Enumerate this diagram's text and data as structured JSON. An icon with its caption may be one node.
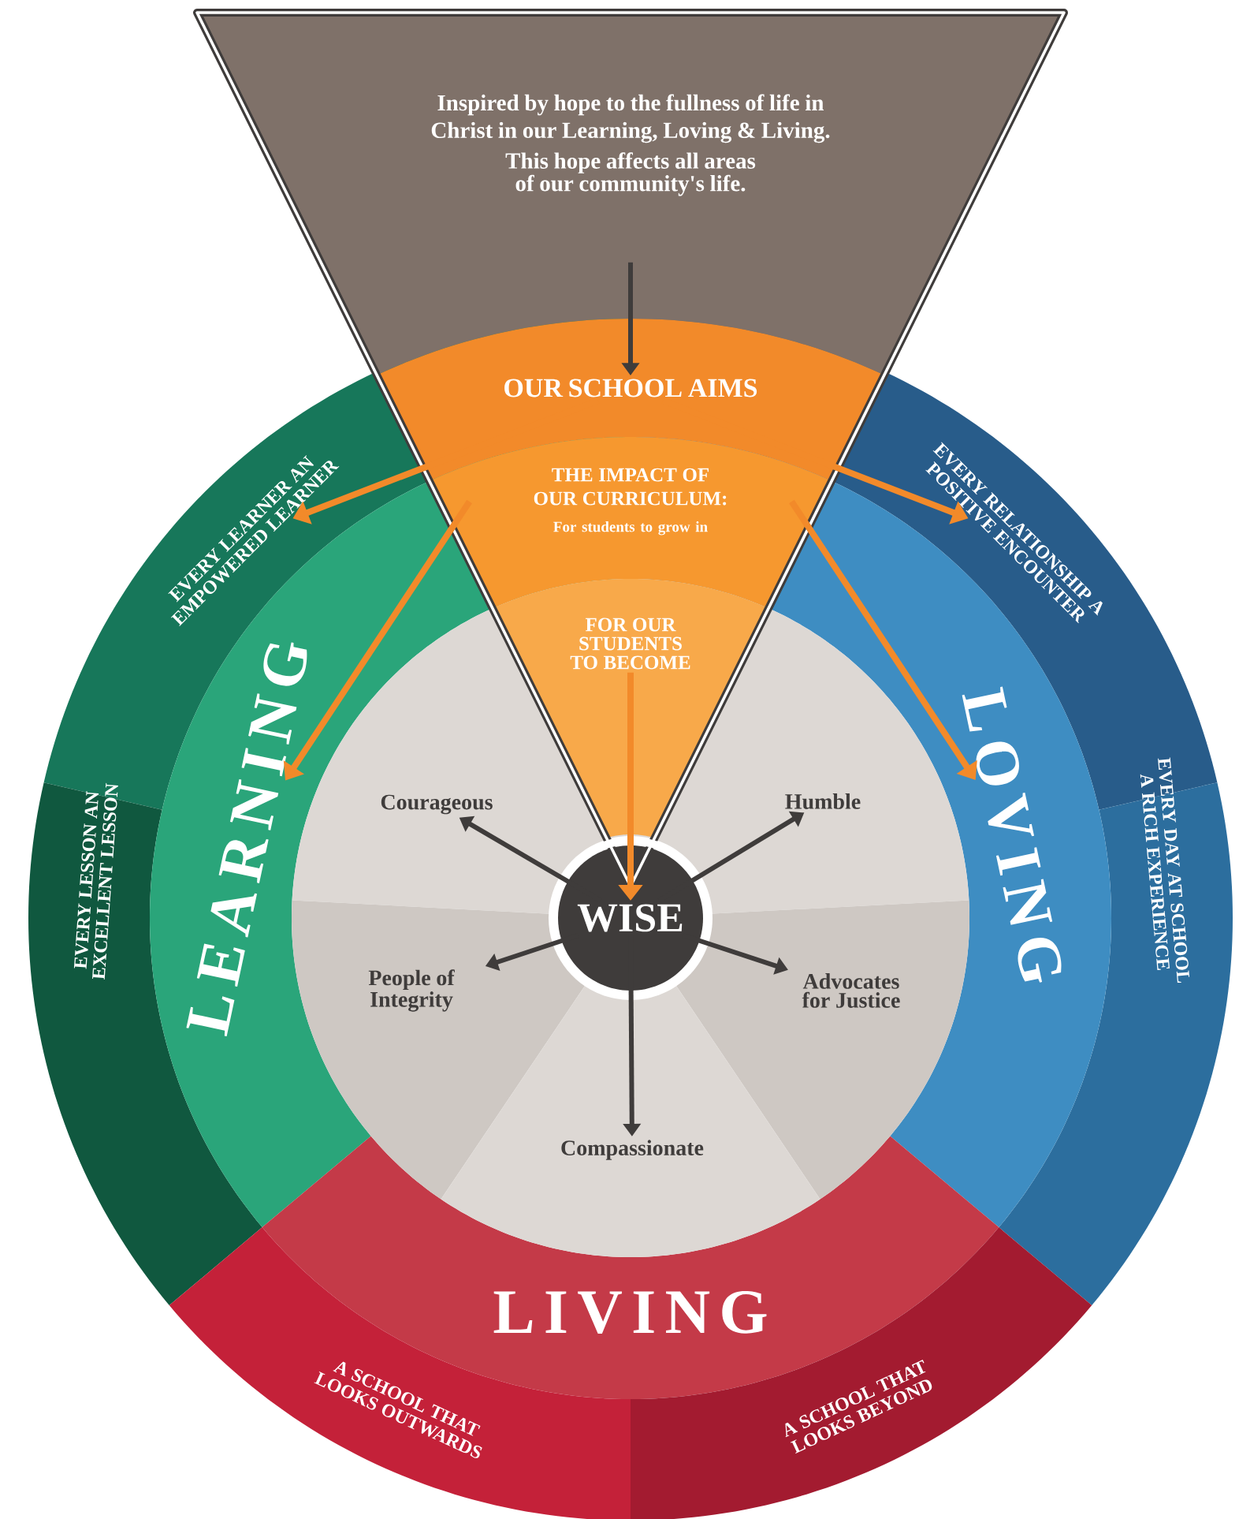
{
  "diagram": {
    "nodes": [
      {
        "text": [
          "Inspired by hope to the fullness of life in Christ in our Learning, Loving & Living.",
          "This hope affects all areas of our community's life."
        ]
      },
      {
        "text": [
          "OUR SCHOOL AIMS"
        ]
      },
      {
        "text": [
          "THE IMPACT OF OUR CURRICULUM:",
          "For students to grow in"
        ]
      },
      {
        "text": [
          "FOR OUR STUDENTS TO BECOME"
        ]
      },
      {
        "text": [
          "EVERY LEARNER AN EMPOWERED LEARNER"
        ]
      },
      {
        "text": [
          "EVERY LESSON AN EXCELLENT LESSON"
        ]
      },
      {
        "text": [
          "LEARNING"
        ]
      },
      {
        "text": [
          "EVERY RELATIONSHIP A POSITIVE ENCOUNTER"
        ]
      },
      {
        "text": [
          "EVERY DAY AT SCHOOL A RICH EXPERIENCE"
        ]
      },
      {
        "text": [
          "LOVING"
        ]
      },
      {
        "text": [
          "LIVING"
        ]
      },
      {
        "text": [
          "A SCHOOL THAT LOOKS OUTWARDS"
        ]
      },
      {
        "text": [
          "A SCHOOL THAT LOOKS BEYOND"
        ]
      },
      {
        "text": [
          "Courageous"
        ]
      },
      {
        "text": [
          "Humble"
        ]
      },
      {
        "text": [
          "People of Integrity"
        ]
      },
      {
        "text": [
          "Advocates for Justice"
        ]
      },
      {
        "text": [
          "Compassionate"
        ]
      },
      {
        "text": [
          "WISE"
        ]
      }
    ],
    "edges": [
      {
        "from": 0,
        "to": 1,
        "arrow": "to"
      },
      {
        "from": 1,
        "to": 4,
        "arrow": "to",
        "color": "#f28a2a"
      },
      {
        "from": 1,
        "to": 7,
        "arrow": "to",
        "color": "#f28a2a"
      },
      {
        "from": 2,
        "to": 6,
        "arrow": "to",
        "color": "#f28a2a"
      },
      {
        "from": 2,
        "to": 9,
        "arrow": "to",
        "color": "#f28a2a"
      },
      {
        "from": 3,
        "to": 18,
        "arrow": "to",
        "color": "#f28a2a"
      },
      {
        "from": 18,
        "to": 13,
        "arrow": "to"
      },
      {
        "from": 18,
        "to": 14,
        "arrow": "to"
      },
      {
        "from": 18,
        "to": 15,
        "arrow": "to"
      },
      {
        "from": 18,
        "to": 16,
        "arrow": "to"
      },
      {
        "from": 18,
        "to": 17,
        "arrow": "to"
      }
    ]
  }
}
